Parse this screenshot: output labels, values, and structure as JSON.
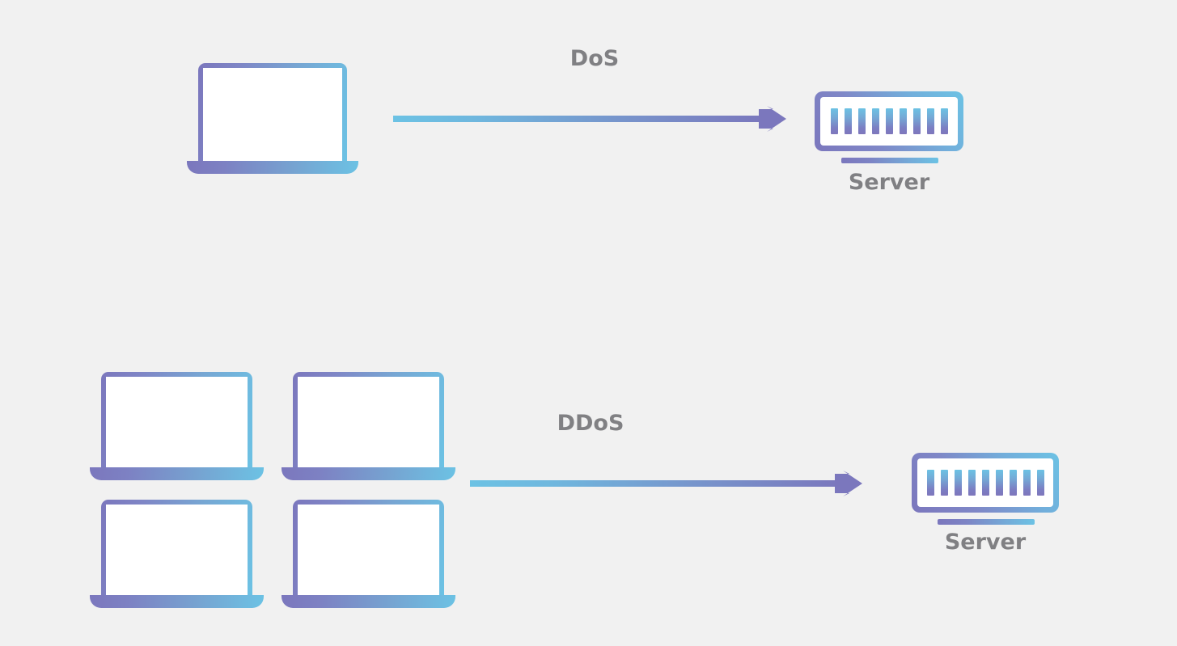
{
  "diagram": {
    "background_color": "#f1f1f1",
    "accent_purple": "#7b77bd",
    "accent_blue": "#6cc2e4",
    "label_color": "#808083",
    "rows": [
      {
        "id": "dos",
        "flow_label": "DoS",
        "client_count": 1,
        "target_label": "Server"
      },
      {
        "id": "ddos",
        "flow_label": "DDoS",
        "client_count": 4,
        "target_label": "Server"
      }
    ]
  },
  "dos_row": {
    "flow_label": "DoS",
    "server_label": "Server"
  },
  "ddos_row": {
    "flow_label": "DDoS",
    "server_label": "Server"
  },
  "server_bar_count": 9
}
